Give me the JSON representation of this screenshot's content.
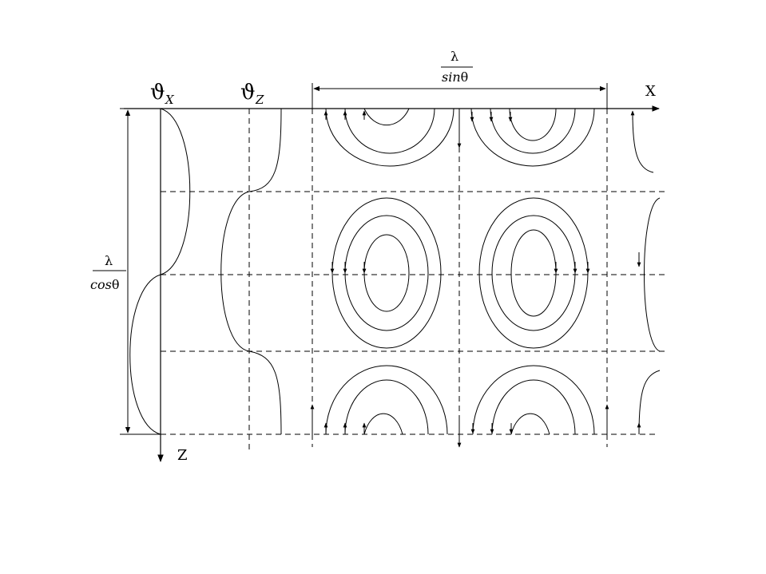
{
  "labels": {
    "theta_x_symbol": "ϑ",
    "theta_x_sub": "X",
    "theta_z_symbol": "ϑ",
    "theta_z_sub": "Z",
    "x_axis": "X",
    "z_axis": "Z",
    "top_frac_num": "λ",
    "top_frac_den_text": "sin",
    "top_frac_den_theta": "θ",
    "left_frac_num": "λ",
    "left_frac_den_text": "cos",
    "left_frac_den_theta": "θ"
  },
  "colors": {
    "ink": "#000000",
    "background": "#ffffff"
  }
}
